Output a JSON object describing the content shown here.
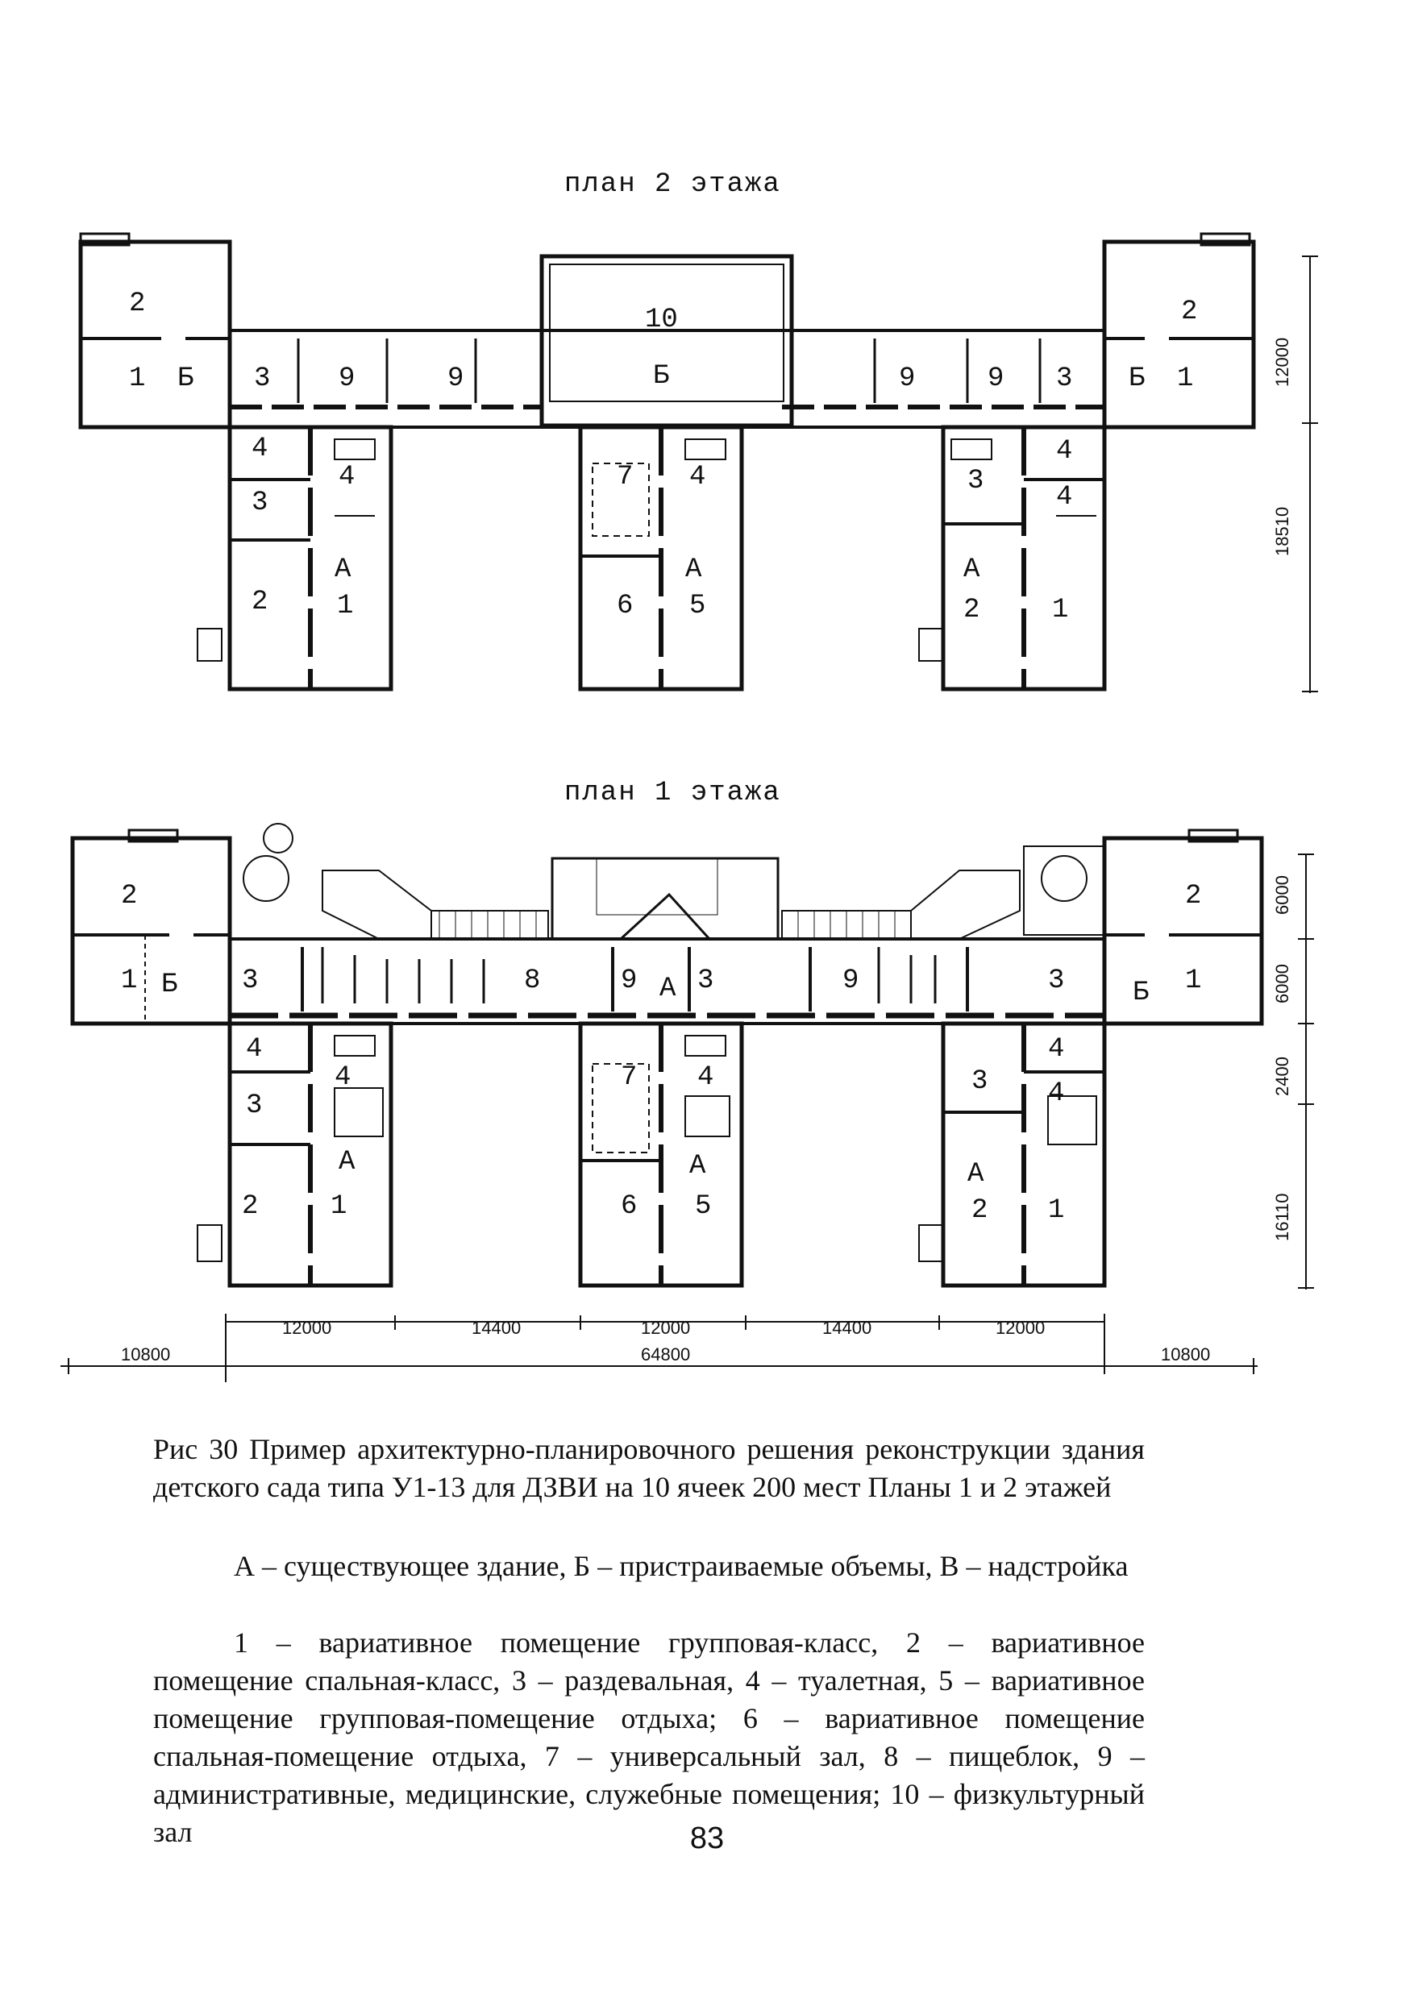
{
  "plan2": {
    "title": "план 2 этажа",
    "labels": {
      "r2_left": "2",
      "r1_left": "1",
      "b_left": "Б",
      "r3_left": "3",
      "r9_a": "9",
      "r9_b": "9",
      "r10": "10",
      "b_center": "Б",
      "r9_c": "9",
      "r9_d": "9",
      "r3_right": "3",
      "b_right": "Б",
      "r1_right": "1",
      "r2_right": "2",
      "w1_4a": "4",
      "w1_3": "3",
      "w1_4b": "4",
      "w1_a": "А",
      "w1_2": "2",
      "w1_1": "1",
      "w2_7": "7",
      "w2_4": "4",
      "w2_a": "А",
      "w2_6": "6",
      "w2_5": "5",
      "w3_3": "3",
      "w3_4a": "4",
      "w3_4b": "4",
      "w3_a": "А",
      "w3_2": "2",
      "w3_1": "1"
    },
    "dims": {
      "d1": "12000",
      "d2": "18510"
    }
  },
  "plan1": {
    "title": "план 1 этажа",
    "labels": {
      "r2_left": "2",
      "r1_left": "1",
      "b_left": "Б",
      "r3_left": "3",
      "r8": "8",
      "r9_a": "9",
      "a_center": "А",
      "r3_mid": "3",
      "r9_b": "9",
      "r3_right": "3",
      "b_right": "Б",
      "r1_right": "1",
      "r2_right": "2",
      "w1_4a": "4",
      "w1_4b": "4",
      "w1_3": "3",
      "w1_a": "А",
      "w1_2": "2",
      "w1_1": "1",
      "w2_7": "7",
      "w2_4": "4",
      "w2_a": "А",
      "w2_6": "6",
      "w2_5": "5",
      "w3_4a": "4",
      "w3_3": "3",
      "w3_4b": "4",
      "w3_a": "А",
      "w3_2": "2",
      "w3_1": "1"
    },
    "dims": {
      "v1": "6000",
      "v2": "6000",
      "v3": "2400",
      "v4": "16110",
      "h1": "12000",
      "h2": "14400",
      "h3": "12000",
      "h4": "14400",
      "h5": "12000",
      "left": "10800",
      "total": "64800",
      "right": "10800"
    }
  },
  "caption": {
    "p1": "Рис 30 Пример архитектурно-планировочного решения реконструкции здания детского сада типа У1-13 для ДЗВИ на 10 ячеек 200 мест Планы 1 и 2 этажей",
    "p2": "А – существующее здание, Б – пристраиваемые объемы, В – надстройка",
    "p3": "1 – вариативное помещение групповая-класс, 2 – вариативное помещение спальная-класс, 3 – раздевальная, 4 – туалетная, 5 – вариативное помещение групповая-помещение отдыха; 6 – вариативное помещение спальная-помещение отдыха, 7 – универсальный зал, 8 – пищеблок, 9 – административные, медицинские, служебные помещения; 10 – физкультурный зал"
  },
  "page_number": "83"
}
